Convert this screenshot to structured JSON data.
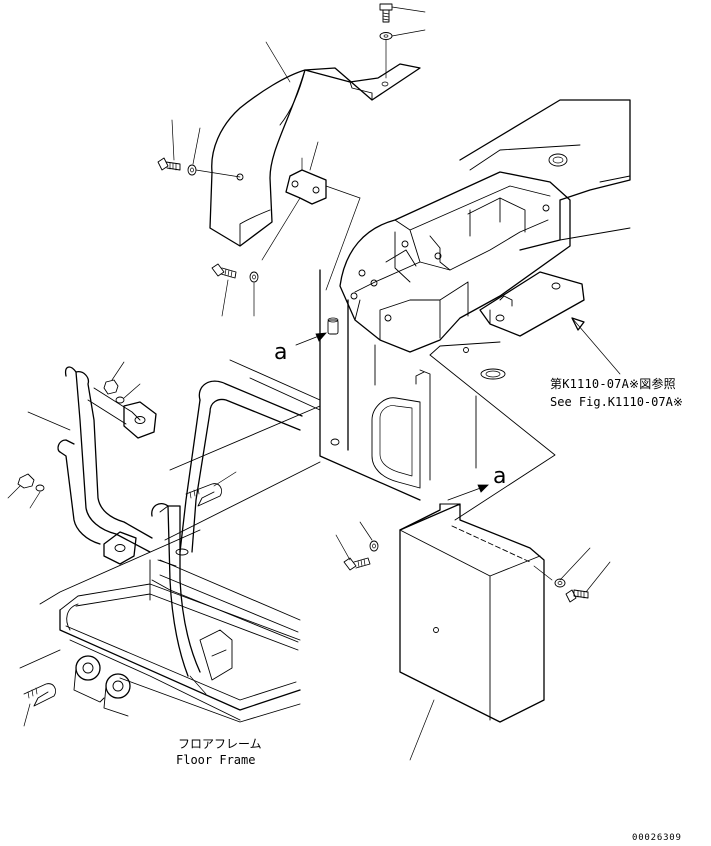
{
  "ref_fig_jp": "第K1110-07A※図参照",
  "ref_fig_en": "See Fig.K1110-07A※",
  "floor_frame_jp": "フロアフレーム",
  "floor_frame_en": "Floor Frame",
  "arrow_label_1": "a",
  "arrow_label_2": "a",
  "drawing_number": "00026309"
}
